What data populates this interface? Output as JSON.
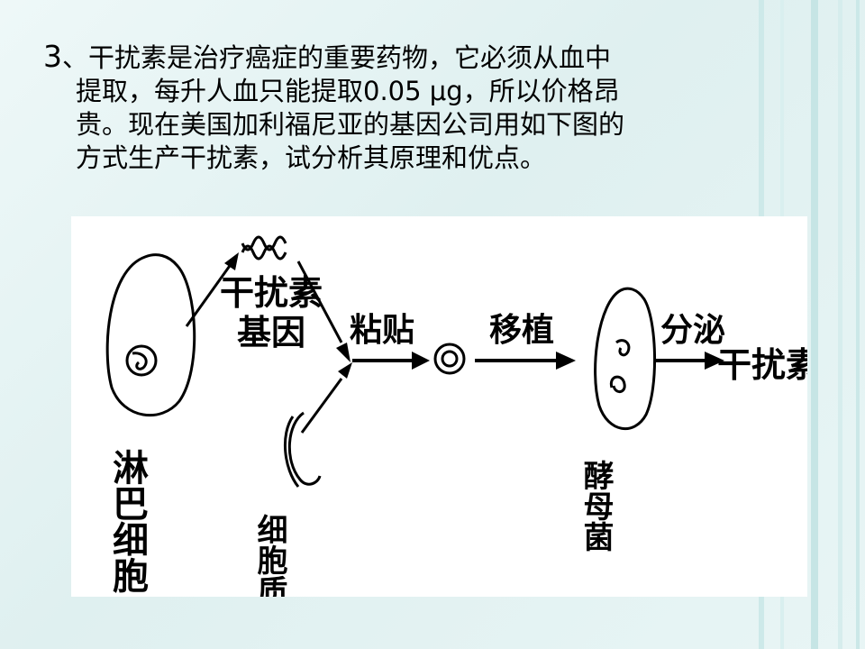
{
  "question": {
    "number": "3",
    "separator": "、",
    "line1": "干扰素是治疗癌症的重要药物，它必须从血中",
    "line2": "提取，每升人血只能提取0.05 μg，所以价格昂",
    "line3": "贵。现在美国加利福尼亚的基因公司用如下图的",
    "line4": "方式生产干扰素，试分析其原理和优点。"
  },
  "diagram": {
    "lymphocyte_label": "淋巴细胞",
    "gene_label_1": "干扰素",
    "gene_label_2": "基因",
    "plasmid_label": "细胞质粒",
    "splice_label": "粘贴",
    "transplant_label": "移植",
    "yeast_label": "酵母菌",
    "secrete_label": "分泌",
    "product_label": "干扰素"
  },
  "colors": {
    "background": "#e5f3f3",
    "stripe_a": "#bfe3e3",
    "stripe_b": "#d3ecec",
    "figure_bg": "#ffffff",
    "ink": "#000000"
  }
}
